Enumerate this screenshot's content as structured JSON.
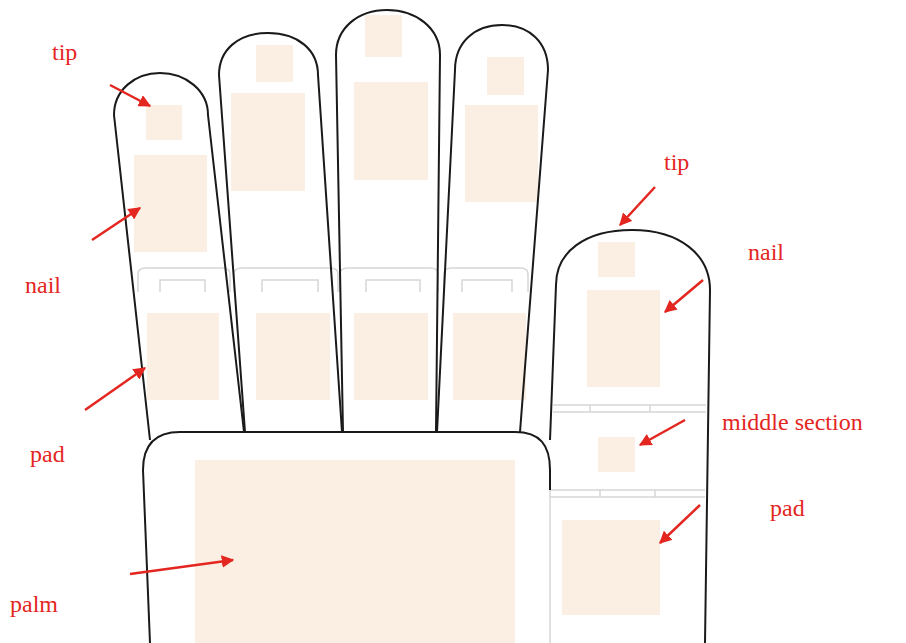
{
  "diagram": {
    "labels": [
      "tip",
      "nail",
      "pad",
      "palm",
      "tip",
      "nail",
      "middle section",
      "pad"
    ]
  }
}
